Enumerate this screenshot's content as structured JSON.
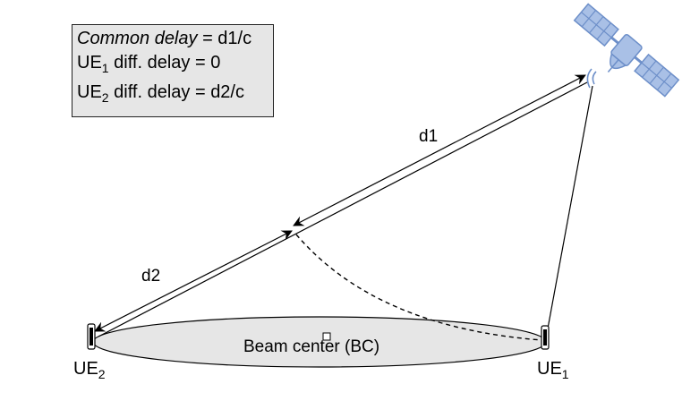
{
  "info_box": {
    "common_delay_label": "Common delay",
    "common_delay_value": " = d1/c",
    "ue1_prefix": "UE",
    "ue1_sub": "1",
    "ue1_text": " diff. delay  = 0",
    "ue2_prefix": "UE",
    "ue2_sub": "2",
    "ue2_text": " diff. delay  = d2/c"
  },
  "labels": {
    "d1": "d1",
    "d2": "d2",
    "beam_center": "Beam center (BC)"
  },
  "ues": {
    "ue1_prefix": "UE",
    "ue1_sub": "1",
    "ue2_prefix": "UE",
    "ue2_sub": "2"
  },
  "colors": {
    "beam_fill": "#e6e6e6",
    "satellite_blue": "#6d8fc9",
    "satellite_light": "#a9c0e6",
    "line": "#000000"
  }
}
